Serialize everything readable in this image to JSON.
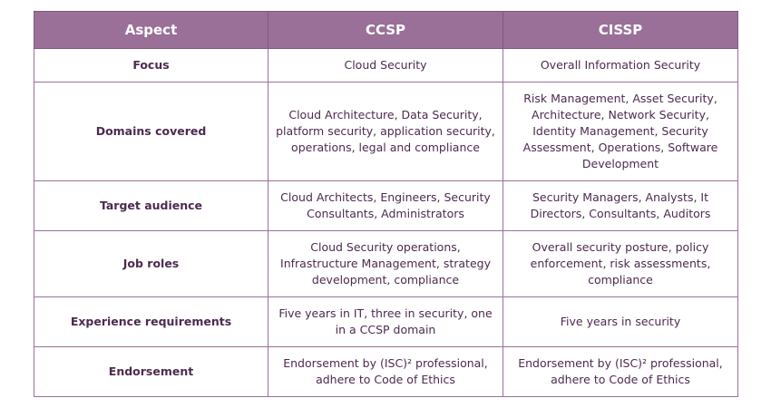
{
  "table": {
    "headers": [
      "Aspect",
      "CCSP",
      "CISSP"
    ],
    "rows": [
      {
        "aspect": "Focus",
        "ccsp": "Cloud Security",
        "cissp": "Overall Information Security"
      },
      {
        "aspect": "Domains covered",
        "ccsp": "Cloud Architecture, Data Security, platform security, application security, operations, legal and compliance",
        "cissp": "Risk Management, Asset Security, Architecture, Network Security, Identity Management, Security Assessment, Operations, Software Development"
      },
      {
        "aspect": "Target audience",
        "ccsp": "Cloud Architects, Engineers, Security Consultants, Administrators",
        "cissp": "Security Managers, Analysts, It Directors, Consultants, Auditors"
      },
      {
        "aspect": "Job roles",
        "ccsp": "Cloud Security operations, Infrastructure Management, strategy development, compliance",
        "cissp": "Overall security posture, policy enforcement, risk assessments, compliance"
      },
      {
        "aspect": "Experience requirements",
        "ccsp": "Five years in IT, three in security, one in a CCSP domain",
        "cissp": "Five years in security"
      },
      {
        "aspect": "Endorsement",
        "ccsp": "Endorsement by (ISC)² professional, adhere to Code of Ethics",
        "cissp": "Endorsement by (ISC)² professional, adhere to Code of Ethics"
      }
    ]
  },
  "colors": {
    "header_bg": "#9a7099",
    "header_text": "#ffffff",
    "border": "#9a7099",
    "body_text": "#4d2a4f"
  }
}
